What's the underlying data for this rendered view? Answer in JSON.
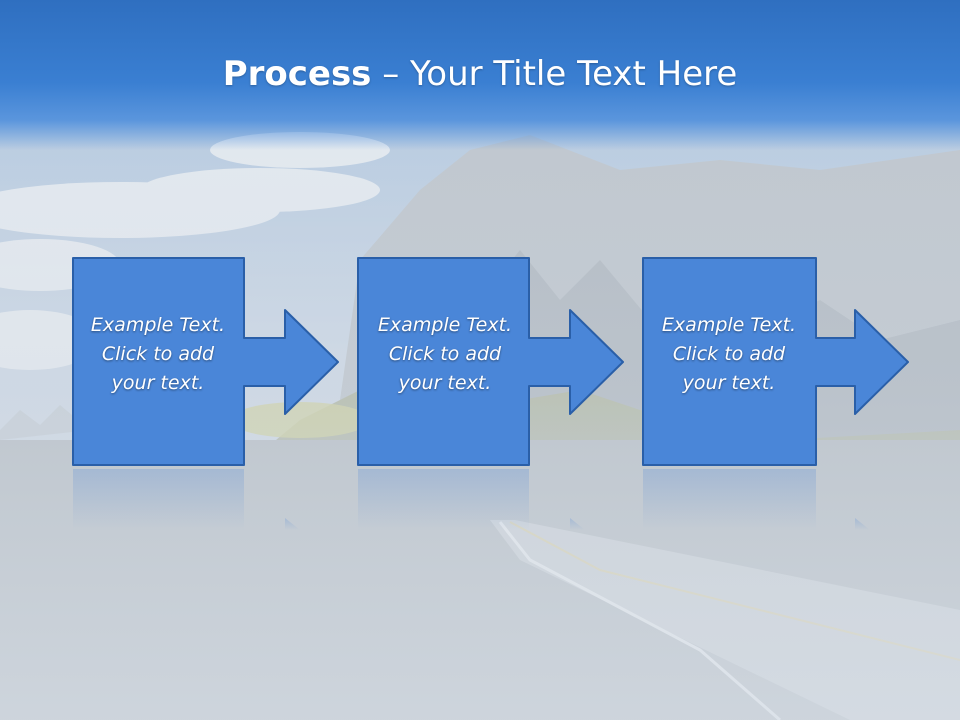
{
  "slide": {
    "title_bold": "Process",
    "title_rest": " – Your Title Text Here"
  },
  "steps": [
    {
      "line1": "Example Text.",
      "line2": "Click  to add",
      "line3": "your text."
    },
    {
      "line1": "Example Text.",
      "line2": "Click  to add",
      "line3": "your text."
    },
    {
      "line1": "Example Text.",
      "line2": "Click  to add",
      "line3": "your text."
    }
  ],
  "colors": {
    "title_band": "#2f6fc0",
    "box_fill": "#4a86d8",
    "box_stroke": "#2a5fa8",
    "text": "#ffffff"
  },
  "background": {
    "subject": "mountain-road-landscape"
  }
}
